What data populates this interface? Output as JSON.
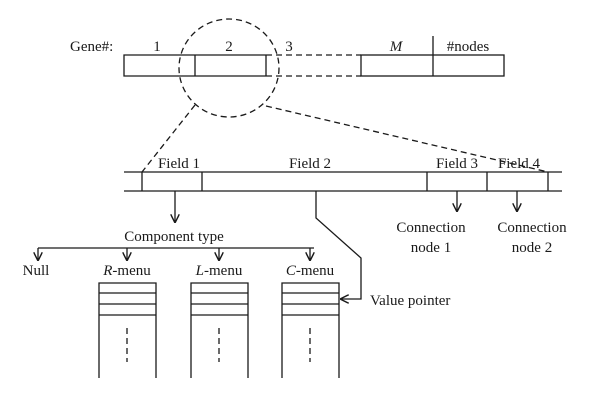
{
  "gene_row": {
    "label": "Gene#:",
    "numbers": [
      "1",
      "2",
      "3"
    ],
    "last_index": "M",
    "count_label": "#nodes"
  },
  "fields": {
    "field1": "Field 1",
    "field2": "Field 2",
    "field3": "Field 3",
    "field4": "Field 4"
  },
  "connections": {
    "node1_line1": "Connection",
    "node1_line2": "node 1",
    "node2_line1": "Connection",
    "node2_line2": "node 2"
  },
  "component": {
    "title": "Component type",
    "null_label": "Null",
    "menus": [
      {
        "letter": "R",
        "suffix": "-menu"
      },
      {
        "letter": "L",
        "suffix": "-menu"
      },
      {
        "letter": "C",
        "suffix": "-menu"
      }
    ]
  },
  "value_pointer": "Value pointer"
}
